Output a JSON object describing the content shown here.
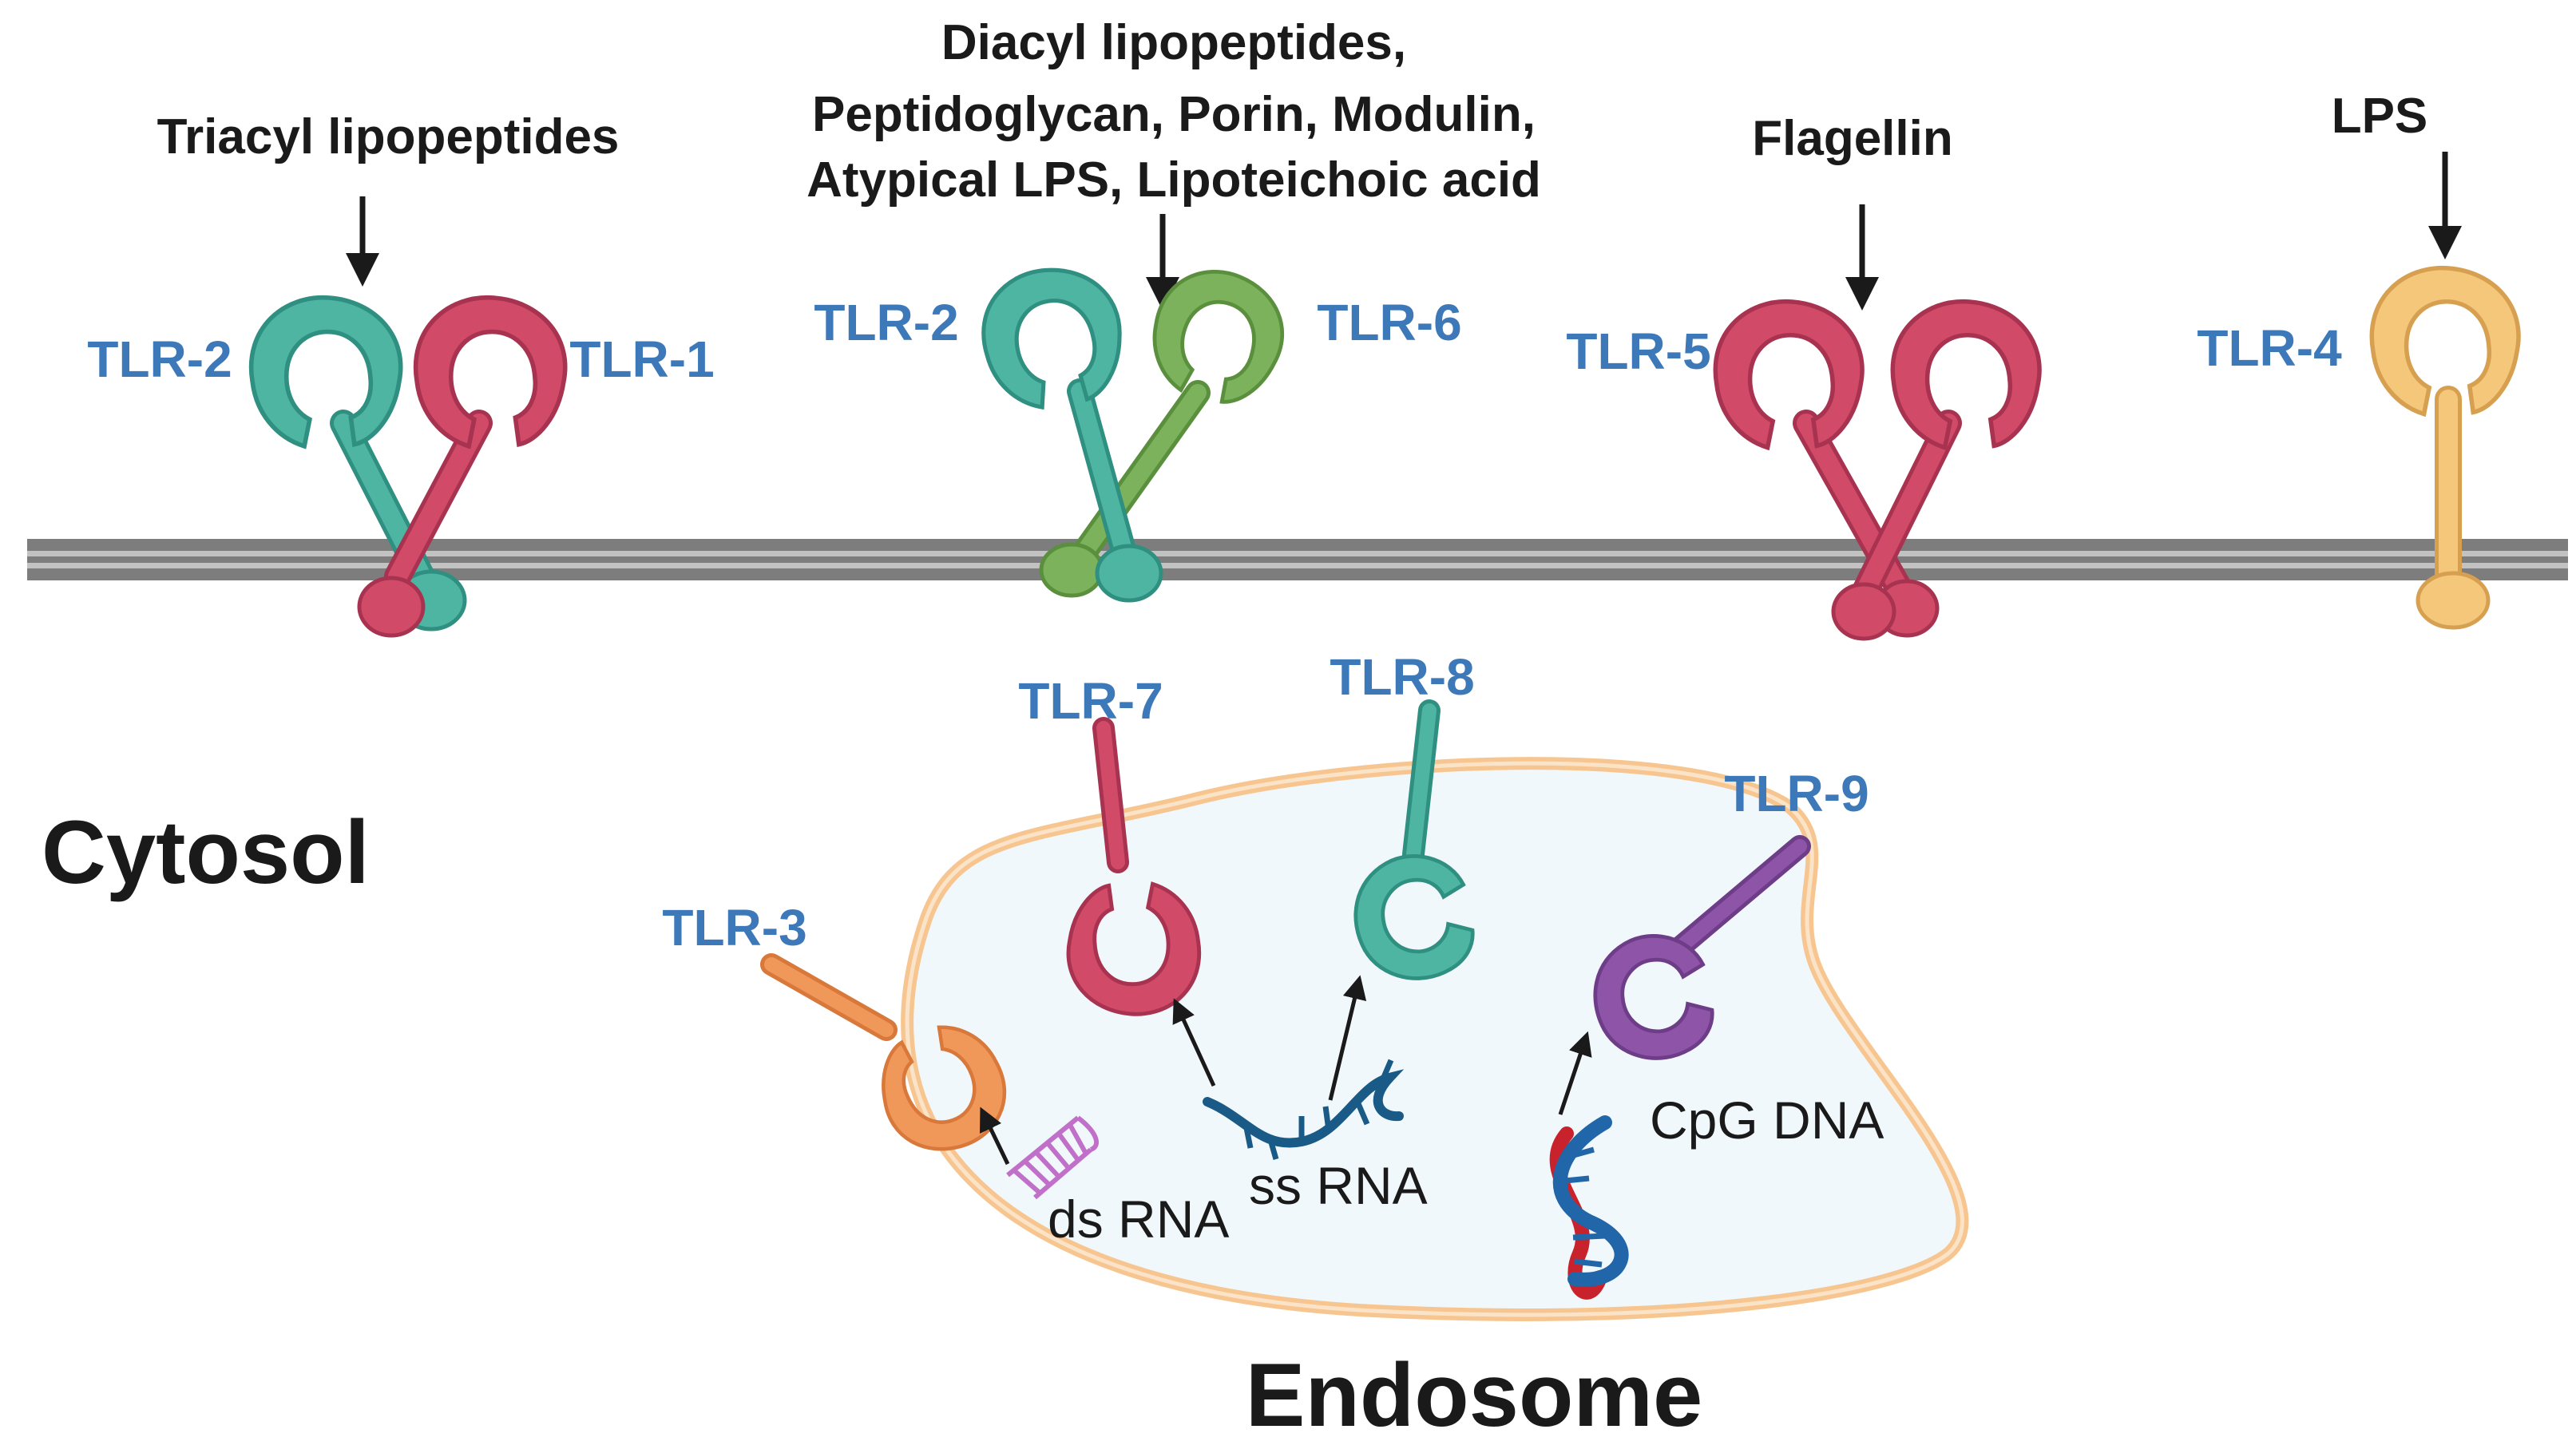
{
  "ligands": {
    "triacyl": "Triacyl lipopeptides",
    "diacyl_line1": "Diacyl lipopeptides,",
    "diacyl_line2": "Peptidoglycan, Porin, Modulin,",
    "diacyl_line3": "Atypical LPS, Lipoteichoic acid",
    "flagellin": "Flagellin",
    "lps": "LPS"
  },
  "receptors": {
    "tlr2_a": "TLR-2",
    "tlr1": "TLR-1",
    "tlr2_b": "TLR-2",
    "tlr6": "TLR-6",
    "tlr5": "TLR-5",
    "tlr4": "TLR-4",
    "tlr7": "TLR-7",
    "tlr8": "TLR-8",
    "tlr9": "TLR-9",
    "tlr3": "TLR-3"
  },
  "compartments": {
    "cytosol": "Cytosol",
    "endosome": "Endosome"
  },
  "nucleic_acids": {
    "ds_rna": "ds RNA",
    "ss_rna": "ss RNA",
    "cpg_dna": "CpG DNA"
  },
  "colors": {
    "teal": "#4db5a2",
    "crimson": "#d14a68",
    "green": "#7cb25c",
    "yellow": "#f4c77a",
    "orange": "#f0975a",
    "purple": "#8e54a8",
    "label_blue": "#3d78b8",
    "membrane": "#8a8a8a",
    "endosome_fill": "#f1f8fc",
    "endosome_border": "#f7c690",
    "ss_rna": "#1a5a86",
    "ds_rna": "#c070c8",
    "dna_red": "#c8232c",
    "dna_blue": "#2166a8"
  }
}
